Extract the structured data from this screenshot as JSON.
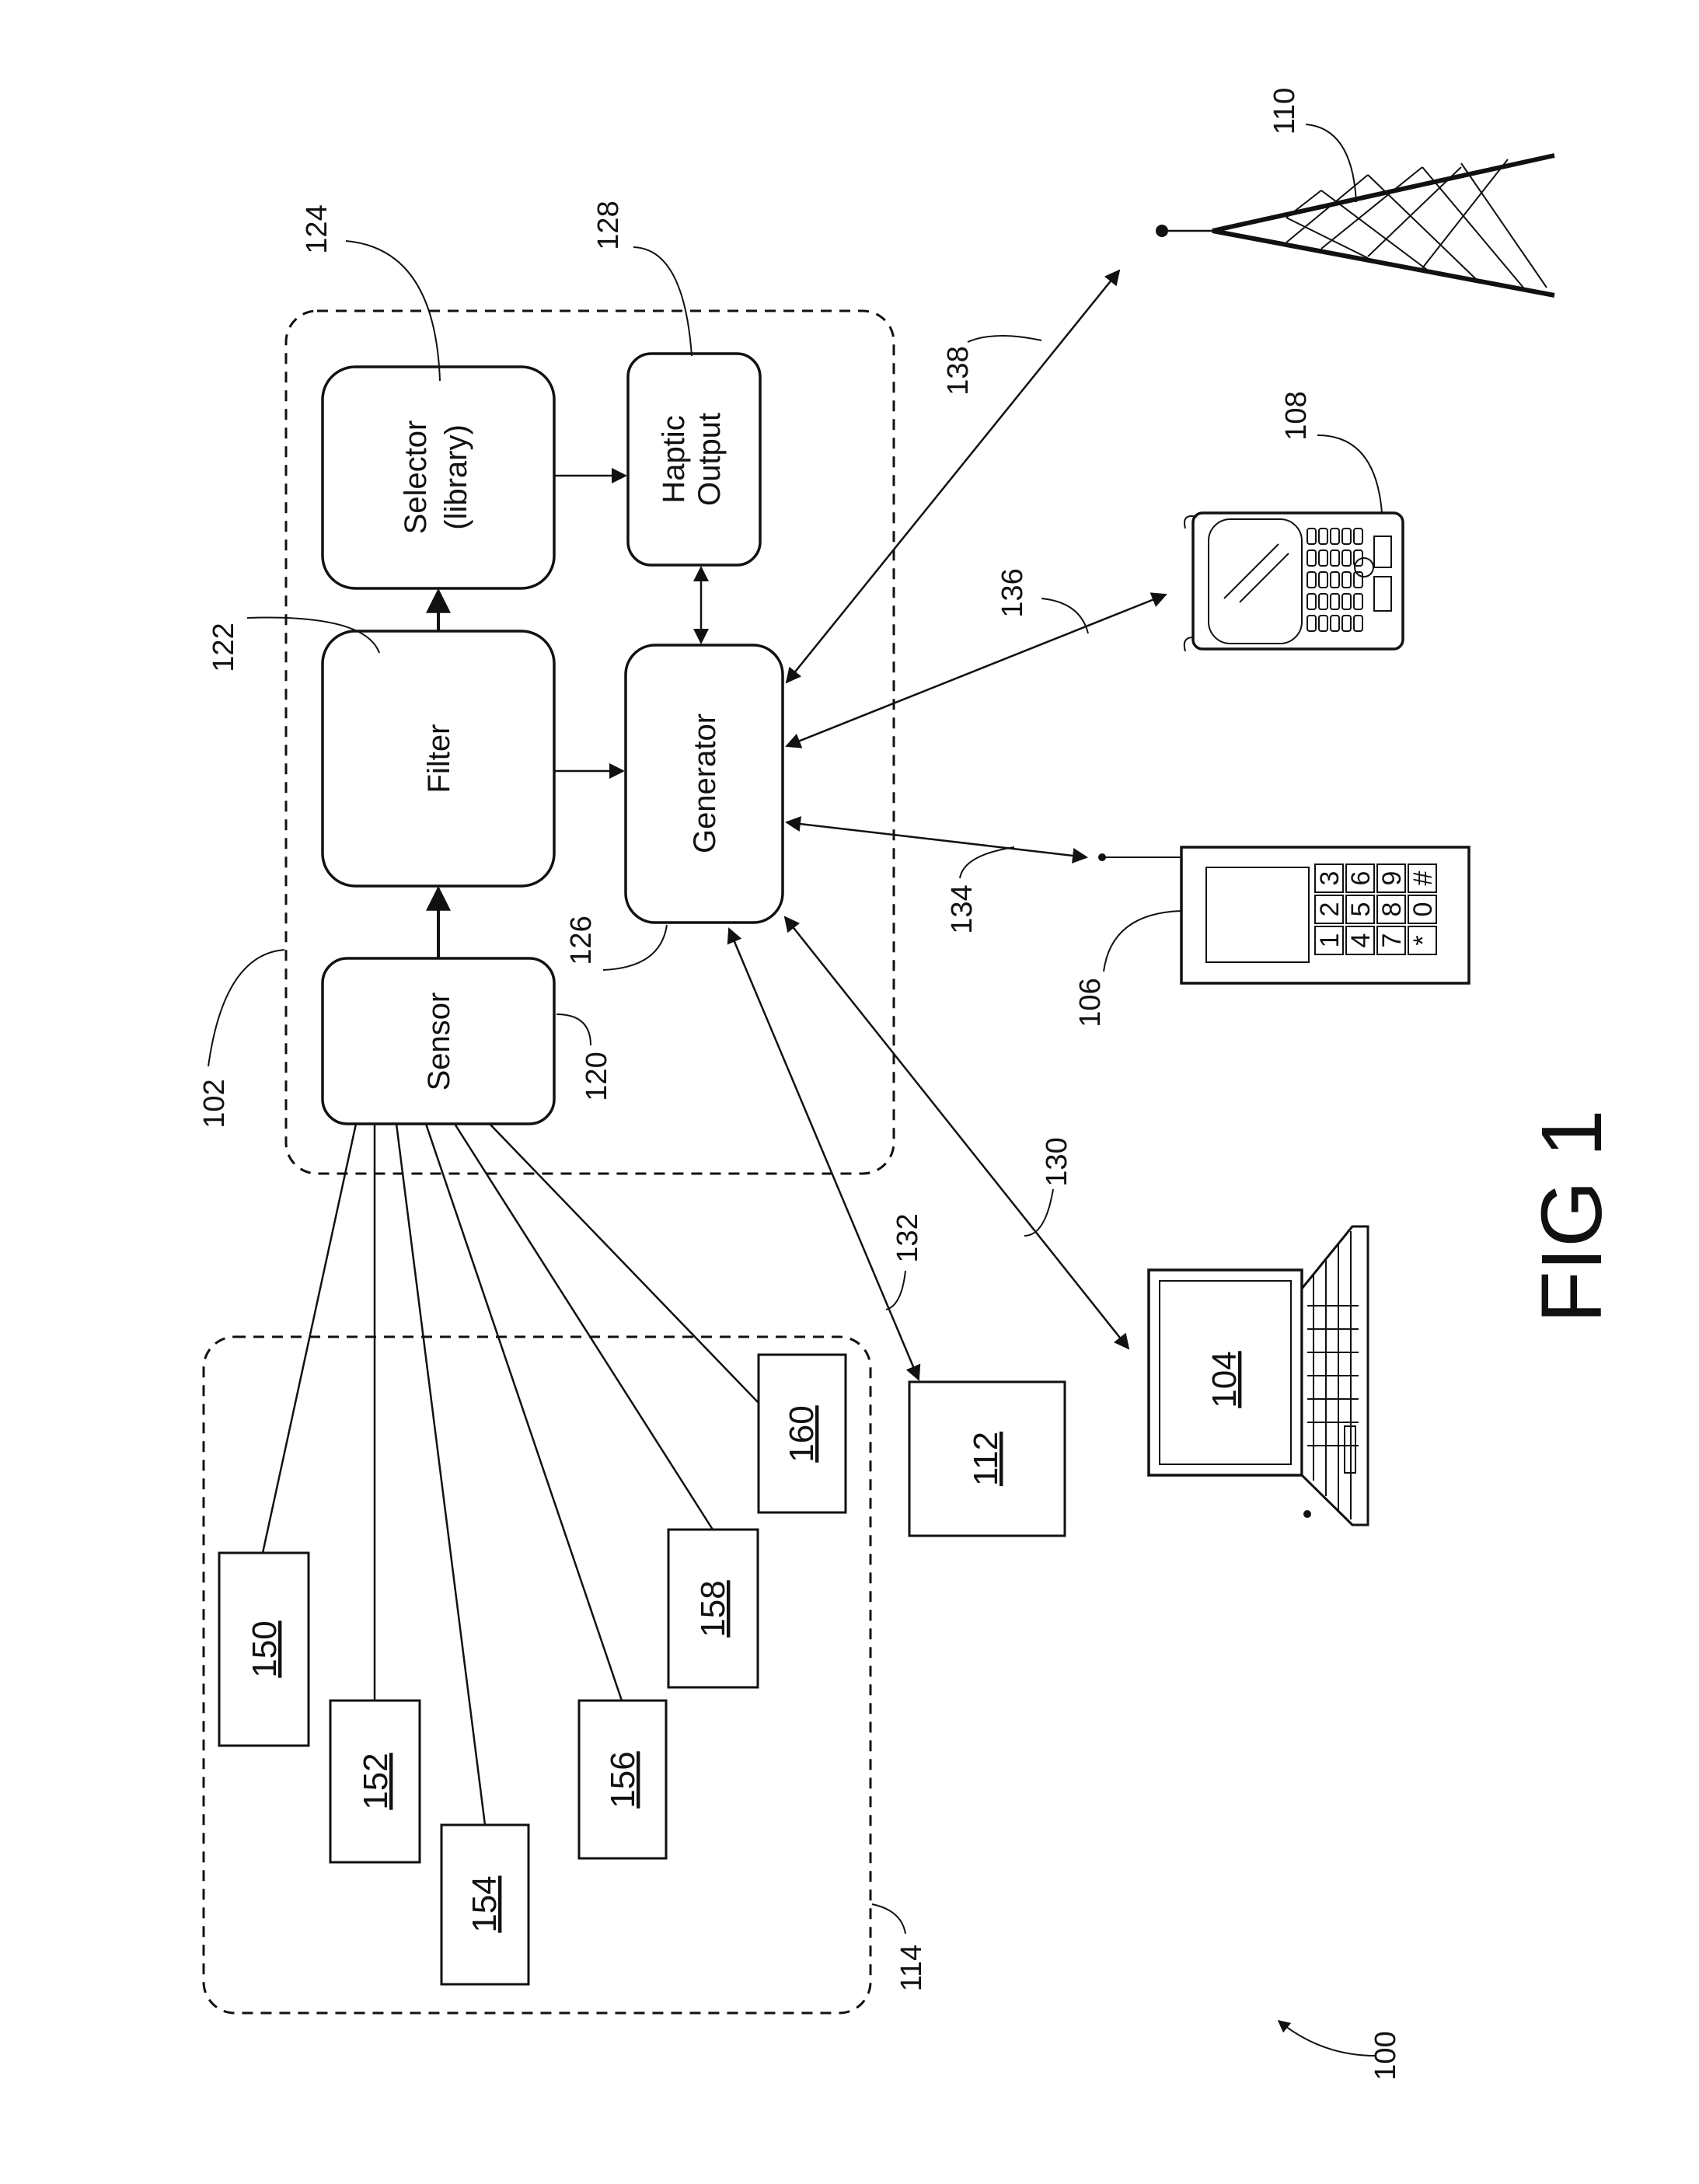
{
  "figure": {
    "label": "FIG 1",
    "system_ref": "100"
  },
  "device": {
    "ref": "102",
    "blocks": {
      "sensor": {
        "label": "Sensor",
        "ref": "120"
      },
      "filter": {
        "label": "Filter",
        "ref": "122"
      },
      "selector": {
        "label_line1": "Selector",
        "label_line2": "(library)",
        "ref": "124"
      },
      "generator": {
        "label": "Generator",
        "ref": "126"
      },
      "haptic": {
        "label_line1": "Haptic",
        "label_line2": "Output",
        "ref": "128"
      }
    }
  },
  "sensor_group": {
    "ref": "114",
    "items": [
      "150",
      "152",
      "154",
      "156",
      "158",
      "160"
    ]
  },
  "external": {
    "box_112": "112",
    "laptop": "104",
    "phone": "106",
    "pda": "108",
    "tower": "110"
  },
  "links": {
    "l130": "130",
    "l132": "132",
    "l134": "134",
    "l136": "136",
    "l138": "138"
  },
  "phone_keys": [
    "1",
    "2",
    "3",
    "4",
    "5",
    "6",
    "7",
    "8",
    "9",
    "*",
    "0",
    "#"
  ]
}
